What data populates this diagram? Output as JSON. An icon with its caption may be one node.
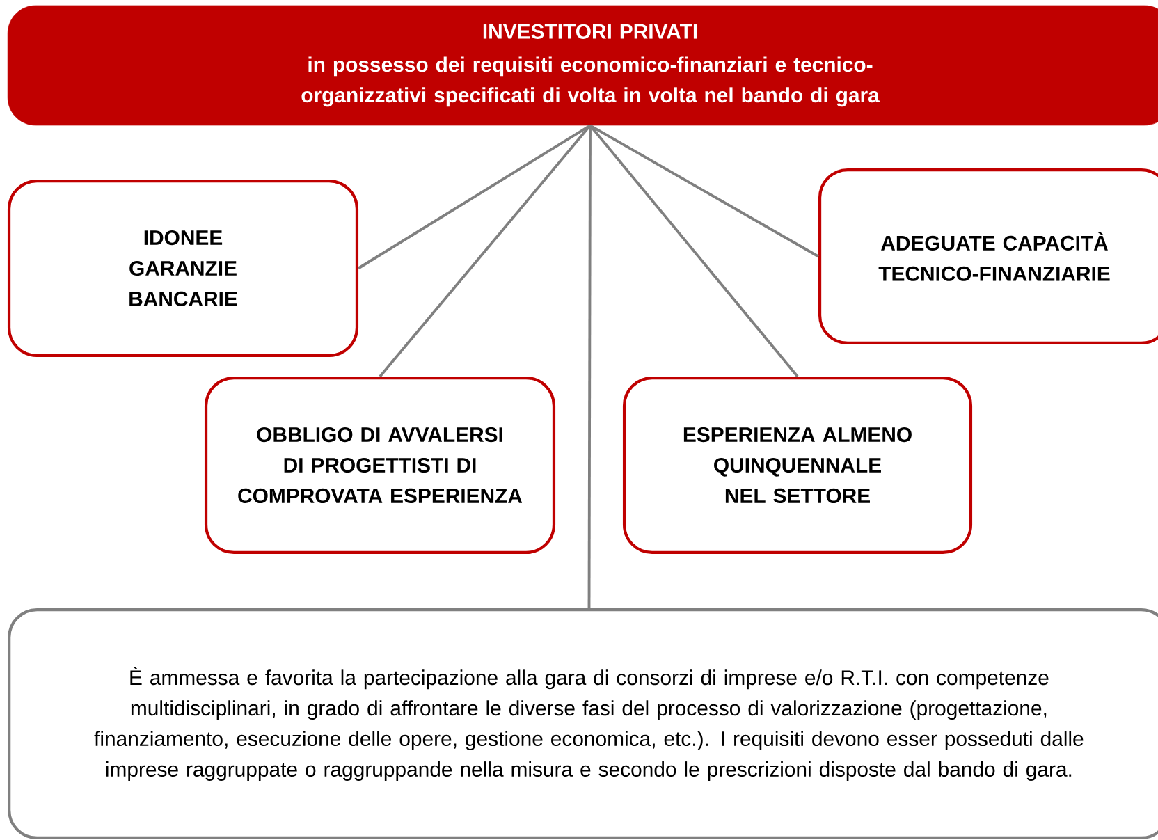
{
  "diagram": {
    "nodes": [
      {
        "text": [
          "INVESTITORI PRIVATI",
          "in possesso dei requisiti economico-finanziari e tecnico-organizzativi specificati di volta in volta nel bando di gara"
        ]
      },
      {
        "text": [
          "IDONEE GARANZIE BANCARIE"
        ]
      },
      {
        "text": [
          "ADEGUATE CAPACITÀ TECNICO-FINANZIARIE"
        ]
      },
      {
        "text": [
          "OBBLIGO DI AVVALERSI DI PROGETTISTI DI COMPROVATA ESPERIENZA"
        ]
      },
      {
        "text": [
          "ESPERIENZA ALMENO QUINQUENNALE NEL SETTORE"
        ]
      },
      {
        "text": [
          "È ammessa e favorita la partecipazione alla gara di consorzi di imprese e/o R.T.I. con competenze multidisciplinari, in grado di affrontare le diverse fasi del processo di valorizzazione (progettazione, finanziamento, esecuzione delle opere, gestione economica, etc.). I requisiti devono esser posseduti dalle imprese raggruppate o raggruppande nella misura e secondo le prescrizioni disposte dal bando di gara."
        ]
      }
    ],
    "edges": [
      {
        "from": 0,
        "to": 1,
        "arrow": "none"
      },
      {
        "from": 0,
        "to": 2,
        "arrow": "none"
      },
      {
        "from": 0,
        "to": 3,
        "arrow": "none"
      },
      {
        "from": 0,
        "to": 4,
        "arrow": "none"
      },
      {
        "from": 0,
        "to": 5,
        "arrow": "none"
      }
    ]
  }
}
